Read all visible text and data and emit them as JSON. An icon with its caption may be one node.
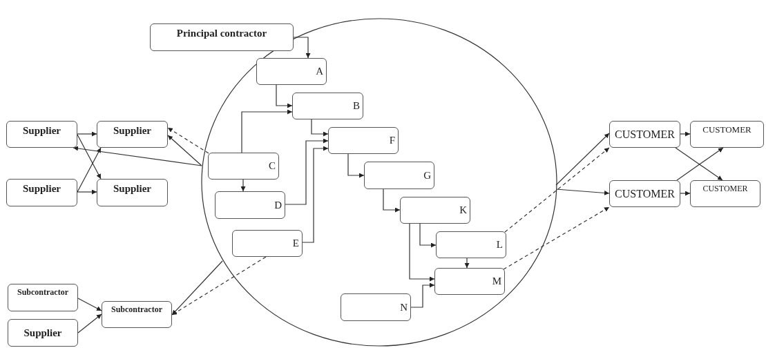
{
  "diagram": {
    "nodes": [
      {
        "text": [],
        "shape": "circle"
      },
      {
        "text": [
          "Principal contractor"
        ]
      },
      {
        "text": [
          "A"
        ],
        "in": 0
      },
      {
        "text": [
          "B"
        ],
        "in": 0
      },
      {
        "text": [
          "C"
        ],
        "in": 0
      },
      {
        "text": [
          "D"
        ],
        "in": 0
      },
      {
        "text": [
          "E"
        ],
        "in": 0
      },
      {
        "text": [
          "F"
        ],
        "in": 0
      },
      {
        "text": [
          "G"
        ],
        "in": 0
      },
      {
        "text": [
          "K"
        ],
        "in": 0
      },
      {
        "text": [
          "L"
        ],
        "in": 0
      },
      {
        "text": [
          "M"
        ],
        "in": 0
      },
      {
        "text": [
          "N"
        ],
        "in": 0
      },
      {
        "text": [
          "Supplier"
        ]
      },
      {
        "text": [
          "Supplier"
        ]
      },
      {
        "text": [
          "Supplier"
        ]
      },
      {
        "text": [
          "Supplier"
        ]
      },
      {
        "text": [
          "Subcontractor"
        ]
      },
      {
        "text": [
          "Supplier"
        ]
      },
      {
        "text": [
          "Subcontractor"
        ]
      },
      {
        "text": [
          "CUSTOMER"
        ]
      },
      {
        "text": [
          "CUSTOMER"
        ]
      },
      {
        "text": [
          "CUSTOMER"
        ]
      },
      {
        "text": [
          "CUSTOMER"
        ]
      }
    ],
    "edges": [
      {
        "from": 1,
        "to": 2,
        "arrow": "to"
      },
      {
        "from": 2,
        "to": 3,
        "arrow": "to"
      },
      {
        "from": 4,
        "to": 3,
        "arrow": "to"
      },
      {
        "from": 4,
        "to": 5,
        "arrow": "to"
      },
      {
        "from": 3,
        "to": 7,
        "arrow": "to"
      },
      {
        "from": 5,
        "to": 7,
        "arrow": "to"
      },
      {
        "from": 6,
        "to": 7,
        "arrow": "to"
      },
      {
        "from": 7,
        "to": 8,
        "arrow": "to"
      },
      {
        "from": 8,
        "to": 9,
        "arrow": "to"
      },
      {
        "from": 9,
        "to": 10,
        "arrow": "to"
      },
      {
        "from": 9,
        "to": 11,
        "arrow": "to"
      },
      {
        "from": 10,
        "to": 11,
        "arrow": "to"
      },
      {
        "from": 12,
        "to": 11,
        "arrow": "to"
      },
      {
        "from": 13,
        "to": 14,
        "arrow": "to"
      },
      {
        "from": 13,
        "to": 16,
        "arrow": "to"
      },
      {
        "from": 15,
        "to": 14,
        "arrow": "to"
      },
      {
        "from": 15,
        "to": 16,
        "arrow": "to"
      },
      {
        "from": 0,
        "to": 13,
        "arrow": "to"
      },
      {
        "from": 0,
        "to": 14,
        "arrow": "to"
      },
      {
        "from": 4,
        "to": 14,
        "arrow": "to",
        "style": "dashed"
      },
      {
        "from": 17,
        "to": 19,
        "arrow": "to"
      },
      {
        "from": 18,
        "to": 19,
        "arrow": "to"
      },
      {
        "from": 0,
        "to": 19,
        "arrow": "to"
      },
      {
        "from": 6,
        "to": 19,
        "arrow": "to",
        "style": "dashed"
      },
      {
        "from": 0,
        "to": 20,
        "arrow": "to"
      },
      {
        "from": 0,
        "to": 22,
        "arrow": "to"
      },
      {
        "from": 10,
        "to": 20,
        "arrow": "to",
        "style": "dashed"
      },
      {
        "from": 11,
        "to": 22,
        "arrow": "to",
        "style": "dashed"
      },
      {
        "from": 20,
        "to": 21,
        "arrow": "to"
      },
      {
        "from": 20,
        "to": 23,
        "arrow": "to"
      },
      {
        "from": 22,
        "to": 21,
        "arrow": "to"
      },
      {
        "from": 22,
        "to": 23,
        "arrow": "to"
      }
    ]
  }
}
